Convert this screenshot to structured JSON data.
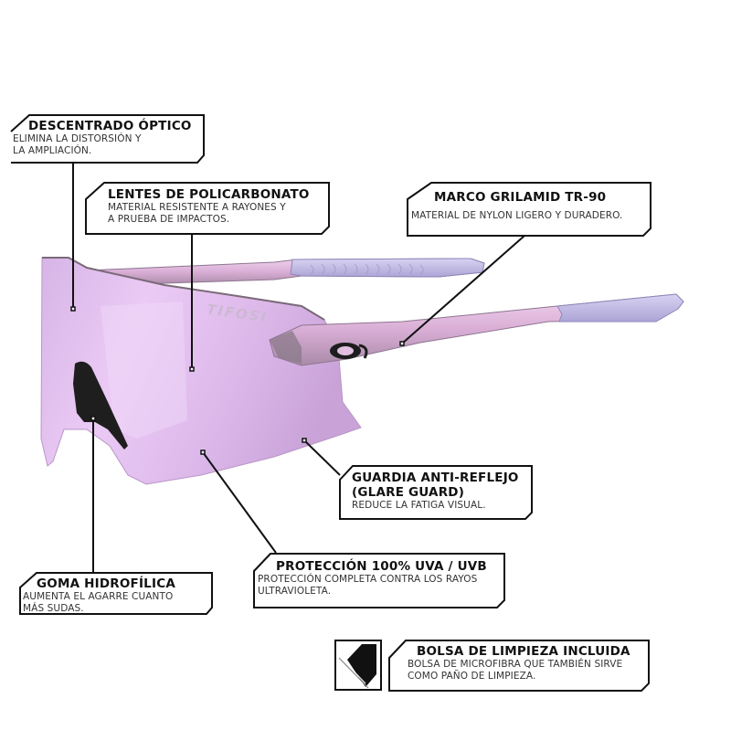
{
  "product": {
    "brand_mark": "TIFOSI",
    "lens_color": "#e2bff0",
    "frame_color": "#d9aed6",
    "temple_tip_color": "#c3bde6",
    "nose_pad_color": "#1e1e1e"
  },
  "callouts": [
    {
      "id": "optical-decentering",
      "title": "DESCENTRADO ÓPTICO",
      "desc_lines": [
        "ELIMINA LA DISTORSIÓN Y",
        "LA AMPLIACIÓN."
      ]
    },
    {
      "id": "polycarbonate-lenses",
      "title": "LENTES DE POLICARBONATO",
      "desc_lines": [
        "MATERIAL RESISTENTE A RAYONES Y",
        "A PRUEBA DE IMPACTOS."
      ]
    },
    {
      "id": "grilamid-frame",
      "title": "MARCO GRILAMID TR-90",
      "desc_lines": [
        "MATERIAL DE NYLON LIGERO Y DURADERO."
      ]
    },
    {
      "id": "glare-guard",
      "title": "GUARDIA ANTI-REFLEJO",
      "title2": "(GLARE GUARD)",
      "desc_lines": [
        "REDUCE LA FATIGA VISUAL."
      ]
    },
    {
      "id": "uv-protection",
      "title": "PROTECCIÓN 100% UVA / UVB",
      "desc_lines": [
        "PROTECCIÓN COMPLETA CONTRA LOS RAYOS",
        "ULTRAVIOLETA."
      ]
    },
    {
      "id": "hydrophilic-rubber",
      "title": "GOMA HIDROFÍLICA",
      "desc_lines": [
        "AUMENTA EL AGARRE CUANTO",
        "MÁS SUDAS."
      ]
    },
    {
      "id": "cleaning-bag",
      "title": "BOLSA DE LIMPIEZA INCLUIDA",
      "desc_lines": [
        "BOLSA DE MICROFIBRA QUE TAMBIÉN SIRVE",
        "COMO PAÑO DE LIMPIEZA."
      ],
      "icon": "microfiber-bag-icon"
    }
  ]
}
